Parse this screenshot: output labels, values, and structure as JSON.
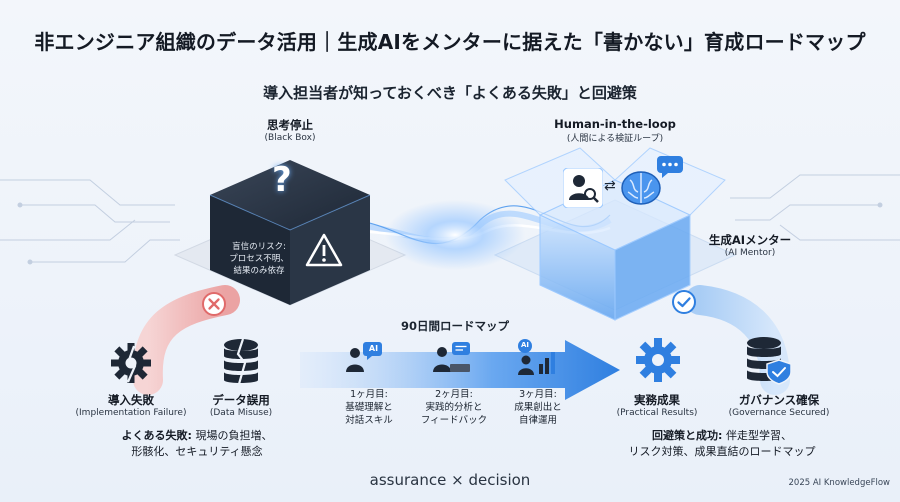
{
  "title": "非エンジニア組織のデータ活用｜生成AIをメンターに据えた「書かない」育成ロードマップ",
  "subtitle": "導入担当者が知っておくべき「よくある失敗」と回避策",
  "black_box": {
    "title": "思考停止",
    "subtitle": "(Black Box)",
    "risk_lines": [
      "盲信のリスク:",
      "プロセス不明、",
      "結果のみ依存"
    ]
  },
  "human_loop": {
    "title": "Human-in-the-loop",
    "subtitle": "(人間による検証ループ)"
  },
  "mentor": {
    "title": "生成AIメンター",
    "subtitle": "(AI Mentor)"
  },
  "roadmap": {
    "title": "90日間ロードマップ",
    "ai_badge": "AI",
    "months": [
      {
        "line1": "1ヶ月目:",
        "line2": "基礎理解と",
        "line3": "対話スキル"
      },
      {
        "line1": "2ヶ月目:",
        "line2": "実践的分析と",
        "line3": "フィードバック"
      },
      {
        "line1": "3ヶ月目:",
        "line2": "成果創出と",
        "line3": "自律運用"
      }
    ]
  },
  "failures": [
    {
      "title": "導入失敗",
      "subtitle": "(Implementation Failure)"
    },
    {
      "title": "データ誤用",
      "subtitle": "(Data Misuse)"
    }
  ],
  "successes": [
    {
      "title": "実務成果",
      "subtitle": "(Practical Results)"
    },
    {
      "title": "ガバナンス確保",
      "subtitle": "(Governance Secured)"
    }
  ],
  "failure_note": {
    "prefix": "よくある失敗:",
    "line1": " 現場の負担増、",
    "line2": "形骸化、セキュリティ懸念"
  },
  "success_note": {
    "prefix": "回避策と成功:",
    "line1": " 伴走型学習、",
    "line2": "リスク対策、成果直結のロードマップ"
  },
  "footer": {
    "brand_left": "assurance",
    "brand_x": "×",
    "brand_right": "decision",
    "copyright": "2025 AI KnowledgeFlow"
  },
  "colors": {
    "accent_blue": "#2f7fe0",
    "failure_red": "#e06a6a",
    "dark_box": "#1e2836"
  }
}
